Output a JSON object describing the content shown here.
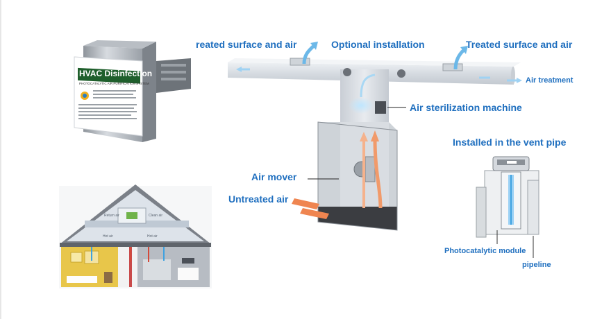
{
  "product": {
    "box_title": "HVAC Disinfection",
    "box_subtitle": "PHOTOCATALYTIC AIR PURIFICATION SYSTEM"
  },
  "labels": {
    "treated_left": "reated surface and air",
    "optional_installation": "Optional installation",
    "treated_right": "Treated surface and air",
    "air_treatment": "Air treatment",
    "air_sterilization_machine": "Air sterilization machine",
    "installed_in_vent_pipe": "Installed in the vent pipe",
    "air_mover": "Air mover",
    "untreated_air": "Untreated air",
    "photocatalytic_module": "Photocatalytic module",
    "pipeline": "pipeline"
  },
  "house": {
    "attic_labels": [
      "Return air",
      "Clean air",
      "Hot air",
      "Hot air"
    ]
  },
  "colors": {
    "label_blue": "#1f6fbf",
    "duct_grey": "#dfe3e8",
    "flow_blue": "#7fc4f0",
    "flow_orange": "#f08a55"
  }
}
